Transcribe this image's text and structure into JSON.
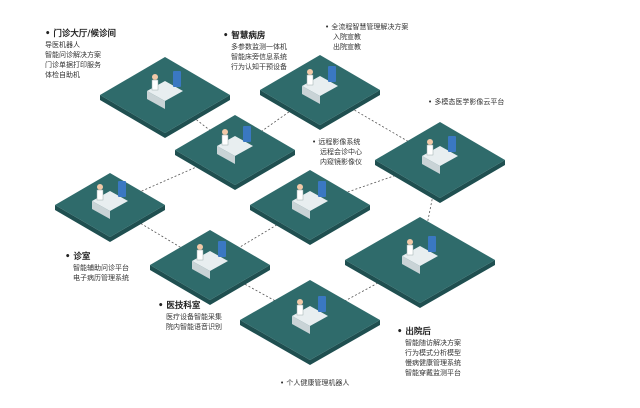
{
  "colors": {
    "platform": "#2f6b6b",
    "platform_side": "#1f4f50",
    "connector": "#555555"
  },
  "sections": [
    {
      "id": "lobby",
      "title": "门诊大厅/候诊间",
      "items": [
        "导医机器人",
        "智能问诊解决方案",
        "门诊单据打印服务",
        "体检自助机"
      ]
    },
    {
      "id": "ward",
      "title": "智慧病房",
      "items": [
        "多参数监测一体机",
        "智能床旁信息系统",
        "行为认知干预设备"
      ]
    },
    {
      "id": "process",
      "title": "全流程智慧管理解决方案",
      "items": [
        "入院宣教",
        "出院宣教"
      ]
    },
    {
      "id": "cloud",
      "title": "多模态医学影像云平台",
      "items": []
    },
    {
      "id": "imaging",
      "title": "远程影像系统",
      "items": [
        "远程会诊中心",
        "内窥镜影像仪"
      ]
    },
    {
      "id": "clinic",
      "title": "诊室",
      "items": [
        "智能辅助问诊平台",
        "电子病历管理系统"
      ]
    },
    {
      "id": "medtech",
      "title": "医技科室",
      "items": [
        "医疗设备智能采集",
        "院内智能语音识别"
      ]
    },
    {
      "id": "discharge",
      "title": "出院后",
      "items": [
        "智能随访解决方案",
        "行为模式分析模型",
        "慢病健康管理系统",
        "智能穿戴监测平台"
      ]
    },
    {
      "id": "robot",
      "title": "个人健康管理机器人",
      "items": []
    }
  ]
}
